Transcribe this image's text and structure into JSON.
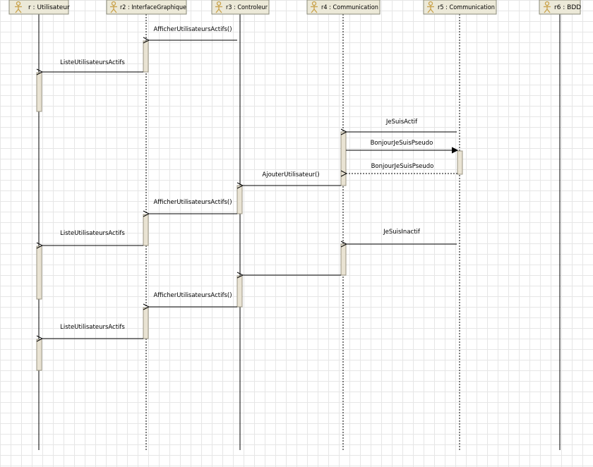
{
  "lifelines": [
    {
      "id": "r",
      "label": "r : Utilisateur"
    },
    {
      "id": "r2",
      "label": "r2 : InterfaceGraphique"
    },
    {
      "id": "r3",
      "label": "r3 : Controleur"
    },
    {
      "id": "r4",
      "label": "r4 : Communication"
    },
    {
      "id": "r5",
      "label": "r5 : Communication"
    },
    {
      "id": "r6",
      "label": "r6 : BDD"
    }
  ],
  "messages": [
    {
      "from": "r3",
      "to": "r2",
      "label": "AfficherUtilisateursActifs()",
      "style": "open"
    },
    {
      "from": "r2",
      "to": "r",
      "label": "ListeUtilisateursActifs",
      "style": "open"
    },
    {
      "from": "r5",
      "to": "r4",
      "label": "JeSuisActif",
      "style": "open"
    },
    {
      "from": "r4",
      "to": "r5",
      "label": "BonjourJeSuisPseudo",
      "style": "filled"
    },
    {
      "from": "r5",
      "to": "r4",
      "label": "BonjourJeSuisPseudo",
      "style": "dashed"
    },
    {
      "from": "r4",
      "to": "r3",
      "label": "AjouterUtilisateur()",
      "style": "open"
    },
    {
      "from": "r3",
      "to": "r2",
      "label": "AfficherUtilisateursActifs()",
      "style": "open"
    },
    {
      "from": "r2",
      "to": "r",
      "label": "ListeUtilisateursActifs",
      "style": "open"
    },
    {
      "from": "r5",
      "to": "r4",
      "label": "JeSuisInactif",
      "style": "open"
    },
    {
      "from": "r4",
      "to": "r3",
      "label": "",
      "style": "open"
    },
    {
      "from": "r3",
      "to": "r2",
      "label": "AfficherUtilisateursActifs()",
      "style": "open"
    },
    {
      "from": "r2",
      "to": "r",
      "label": "ListeUtilisateursActifs",
      "style": "open"
    }
  ],
  "colors": {
    "header_fill": "#ece9d8",
    "header_border": "#8a8a7a",
    "activation_fill": "#e9e3d3",
    "activation_border": "#9b9583",
    "actor": "#c9a24a",
    "line": "#000000"
  }
}
